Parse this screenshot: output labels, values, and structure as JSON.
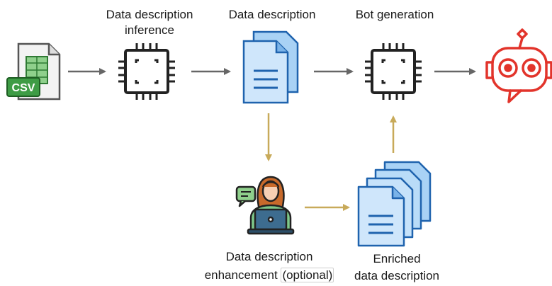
{
  "labels": {
    "inference": {
      "line1": "Data description",
      "line2": "inference"
    },
    "data_description": "Data description",
    "bot_generation": "Bot generation",
    "enhancement": {
      "line1": "Data description",
      "line2_main": "enhancement ",
      "line2_optional": "(optional)"
    },
    "enriched": {
      "line1": "Enriched",
      "line2": "data description"
    }
  },
  "icons": {
    "csv_file": {
      "name": "csv-file-icon",
      "text": "CSV"
    },
    "chip_1": "chip-icon",
    "document": "document-icon",
    "chip_2": "chip-icon",
    "robot": "robot-icon",
    "person": "person-laptop-icon",
    "stacked_documents": "stacked-documents-icon"
  },
  "colors": {
    "arrow_gray": "#666666",
    "arrow_gold": "#c8aa5a",
    "doc_blue": "#3a87d8",
    "doc_light": "#cfe6fb",
    "csv_green": "#3e9c45",
    "robot_red": "#e2342b",
    "chip_dark": "#222222"
  }
}
